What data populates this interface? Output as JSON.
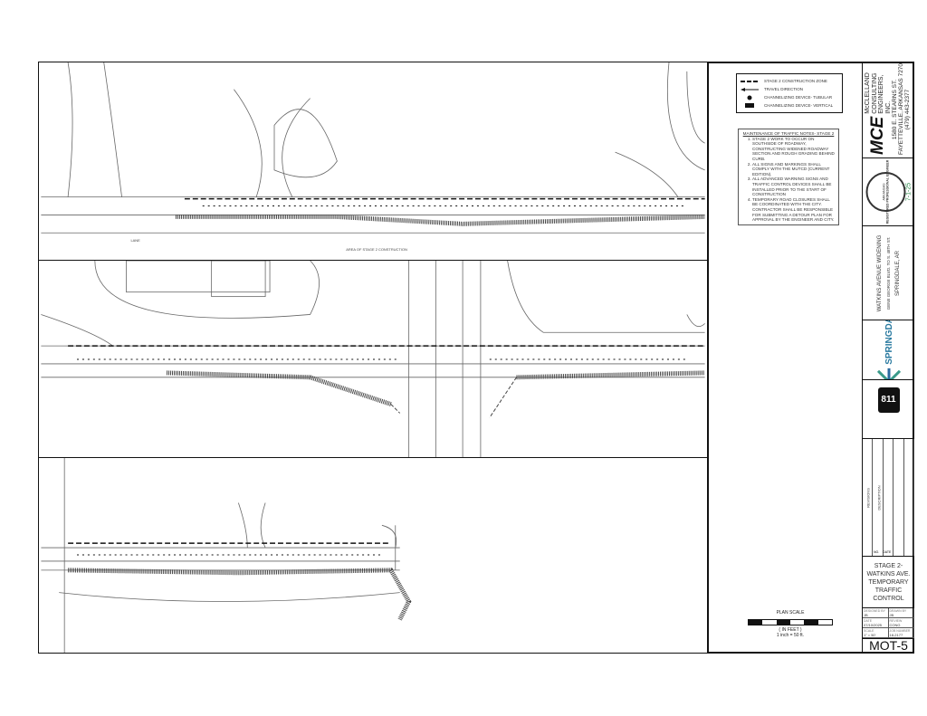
{
  "legend": {
    "items": [
      {
        "label": "STAGE 2 CONSTRUCTION ZONE",
        "symbol": "dashed-line"
      },
      {
        "label": "TRAVEL DIRECTION",
        "symbol": "arrow"
      },
      {
        "label": "CHANNELIZING DEVICE- TUBULAR",
        "symbol": "dot"
      },
      {
        "label": "CHANNELIZING DEVICE- VERTICAL",
        "symbol": "rectangle"
      }
    ]
  },
  "notes": {
    "heading": "MAINTENANCE OF TRAFFIC NOTES- STAGE 2",
    "items": [
      "STAGE 2 WORK TO OCCUR ON SOUTHSIDE OF ROADWAY, CONSTRUCTING WIDENED ROADWAY SECTION AND ROUGH GRADING BEHIND CURB.",
      "ALL SIGNS AND MARKINGS SHALL COMPLY WITH THE MUTCD (CURRENT EDITION).",
      "ALL ADVANCED WARNING SIGNS AND TRAFFIC CONTROL DEVICES SHALL BE INSTALLED PRIOR TO THE START OF CONSTRUCTION",
      "TEMPORARY ROAD CLOSURES SHALL BE COORDINATED WITH THE CITY. CONTRACTOR SHALL BE RESPONSIBLE FOR SUBMITTING A DETOUR PLAN FOR APPROVAL BY THE ENGINEER AND CITY."
    ]
  },
  "plan_scale": {
    "label": "PLAN SCALE",
    "sub": "( IN FEET )",
    "sub2": "1 inch = 50 ft."
  },
  "firm": {
    "logo": "MCE",
    "name": "McCLELLAND CONSULTING ENGINEERS, INC.",
    "address": "1580 E. STEARNS ST.",
    "city": "FAYETTEVILLE, ARKANSAS 72703",
    "phone": "(479) 443-2377"
  },
  "seal": {
    "state": "ARKANSAS",
    "text": "REGISTERED PROFESSIONAL ENGINEER",
    "date": "7-1-25"
  },
  "project": {
    "title": "WATKINS AVENUE WIDENING",
    "limits": "GENE GEORGE BLVD. TO S. 48TH ST.",
    "location": "SPRINGDALE, AR"
  },
  "client": {
    "name": "SPRINGDALE"
  },
  "utility": {
    "logo": "811"
  },
  "revisions": {
    "label": "REVISIONS",
    "col_desc": "DESCRIPTION",
    "col_no": "NO.",
    "col_date": "DATE"
  },
  "sheet": {
    "title_lines": [
      "STAGE 2-",
      "WATKINS AVE.",
      "TEMPORARY",
      "TRAFFIC",
      "CONTROL"
    ],
    "designed_by_label": "DESIGNED BY",
    "designed_by": "JB",
    "drawn_by_label": "DRAWN BY",
    "drawn_by": "JB",
    "date_label": "DATE",
    "date": "07/10/2025",
    "review_label": "REVIEW",
    "review": "CONG",
    "scale_label": "SCALE",
    "scale": "1\" = 50'",
    "job_label": "JOB NUMBER",
    "job": "18-2177",
    "number": "MOT-5"
  },
  "plan_labels": {
    "area": "AREA OF STAGE 2 CONSTRUCTION",
    "lane": "LANE"
  }
}
